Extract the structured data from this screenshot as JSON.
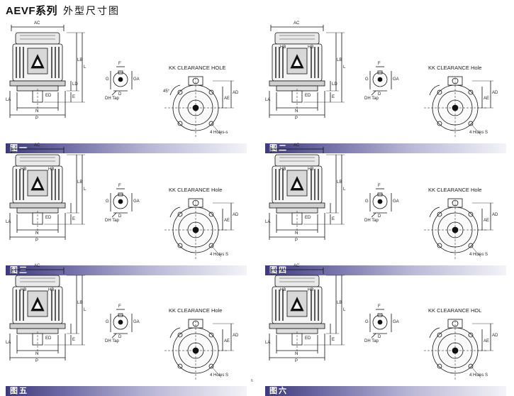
{
  "header": {
    "model": "AEVF系列",
    "subtitle": "外型尺寸图"
  },
  "figures": [
    {
      "id": "fig1",
      "caption": "图一",
      "kk": "KK CLEARANCE HOLE",
      "holes": "4 Holes-s",
      "angle": "45°",
      "tap": "DH Tap",
      "dims": {
        "ac": "AC",
        "lb": "LB",
        "l": "L",
        "la": "LA",
        "ld": "LD",
        "ed": "ED",
        "e": "E",
        "n": "N",
        "p": "P",
        "d": "D",
        "f": "F",
        "g": "G",
        "ga": "GA",
        "ad": "AD",
        "ae": "AE",
        "s": "S"
      }
    },
    {
      "id": "fig2",
      "caption": "图二",
      "kk": "KK CLEARANCE Hole",
      "holes": "4 Holes S",
      "tap": "DH Tap",
      "dims": {
        "ac": "AC",
        "hb": "HB",
        "lb": "LB",
        "l": "L",
        "la": "LA",
        "ld": "LD",
        "ed": "ED",
        "e": "E",
        "n": "N",
        "p": "P",
        "d": "D",
        "f": "F",
        "g": "G",
        "ga": "GA",
        "ad": "AD",
        "ae": "AE",
        "s": "S"
      }
    },
    {
      "id": "fig3",
      "caption": "图三",
      "kk": "KK CLEARANCE Hole",
      "holes": "4 Holes S",
      "tap": "DH Tap",
      "dims": {
        "ac": "AC",
        "hb": "HB",
        "lb": "LB",
        "l": "L",
        "la": "LA",
        "ed": "ED",
        "e": "E",
        "n": "N",
        "p": "P",
        "d": "D",
        "f": "F",
        "g": "G",
        "ga": "GA",
        "ad": "AD",
        "ae": "AE",
        "s": "S"
      }
    },
    {
      "id": "fig4",
      "caption": "图四",
      "kk": "KK CLEARANCE Hole",
      "holes": "4 Holes S",
      "tap": "DH Tap",
      "dims": {
        "ac": "AC",
        "hb": "HB",
        "lb": "LB",
        "l": "L",
        "la": "LA",
        "ed": "ED",
        "e": "E",
        "n": "N",
        "p": "P",
        "d": "D",
        "f": "F",
        "g": "G",
        "ga": "GA",
        "ad": "AD",
        "ae": "AE",
        "s": "S"
      }
    },
    {
      "id": "fig5",
      "caption": "图五",
      "kk": "KK CLEARANCE Hole",
      "holes": "4 Holes S",
      "tap": "DH Tap",
      "dims": {
        "ac": "AC",
        "hb": "HB",
        "lb": "LB",
        "l": "L",
        "la": "LA",
        "ed": "ED",
        "e": "E",
        "n": "N",
        "p": "P",
        "d": "D",
        "f": "F",
        "g": "G",
        "ga": "GA",
        "ad": "AD",
        "ae": "AE",
        "s": "S"
      }
    },
    {
      "id": "fig6",
      "caption": "图六",
      "kk": "KK CLEARANCE HOL",
      "holes": "4 Holes S",
      "tap": "DH Tap",
      "dims": {
        "ac": "AC",
        "hb": "HB",
        "lb": "LB",
        "l": "L",
        "la": "LA",
        "ed": "ED",
        "e": "E",
        "n": "N",
        "p": "P",
        "d": "D",
        "f": "F",
        "g": "G",
        "ga": "GA",
        "ad": "AD",
        "ae": "AE",
        "s": "S"
      }
    }
  ],
  "page_number": "6"
}
